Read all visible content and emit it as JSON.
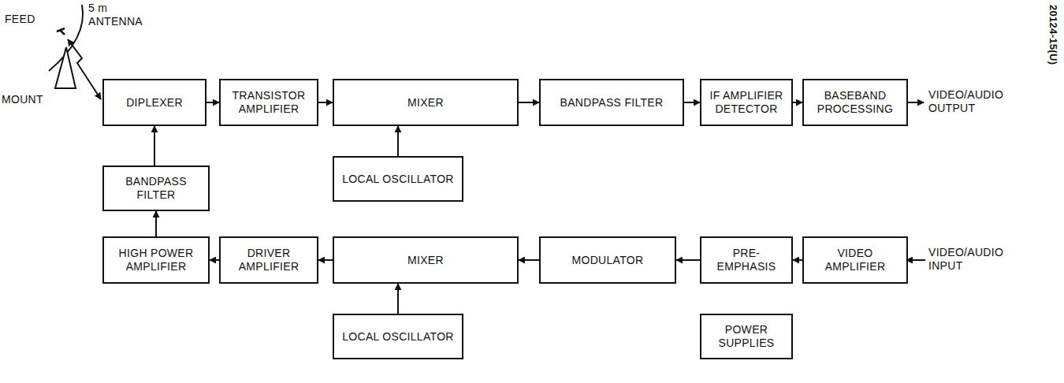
{
  "diagram": {
    "nodes": [
      {
        "text": [
          "DIPLEXER"
        ]
      },
      {
        "text": [
          "TRANSISTOR AMPLIFIER"
        ]
      },
      {
        "text": [
          "MIXER"
        ]
      },
      {
        "text": [
          "BANDPASS FILTER"
        ]
      },
      {
        "text": [
          "IF AMPLIFIER DETECTOR"
        ]
      },
      {
        "text": [
          "BASEBAND PROCESSING"
        ]
      },
      {
        "text": [
          "BANDPASS FILTER"
        ]
      },
      {
        "text": [
          "LOCAL OSCILLATOR"
        ]
      },
      {
        "text": [
          "HIGH POWER AMPLIFIER"
        ]
      },
      {
        "text": [
          "DRIVER AMPLIFIER"
        ]
      },
      {
        "text": [
          "MIXER"
        ]
      },
      {
        "text": [
          "MODULATOR"
        ]
      },
      {
        "text": [
          "PRE-EMPHASIS"
        ]
      },
      {
        "text": [
          "VIDEO AMPLIFIER"
        ]
      },
      {
        "text": [
          "LOCAL OSCILLATOR"
        ]
      },
      {
        "text": [
          "POWER SUPPLIES"
        ]
      }
    ],
    "edges": [
      {
        "from": 0,
        "to": 1,
        "arrow": "to"
      },
      {
        "from": 1,
        "to": 2,
        "arrow": "to"
      },
      {
        "from": 2,
        "to": 3,
        "arrow": "to"
      },
      {
        "from": 3,
        "to": 4,
        "arrow": "to"
      },
      {
        "from": 4,
        "to": 5,
        "arrow": "to"
      },
      {
        "from": 7,
        "to": 2,
        "arrow": "to"
      },
      {
        "from": 6,
        "to": 0,
        "arrow": "to"
      },
      {
        "from": 8,
        "to": 6,
        "arrow": "to"
      },
      {
        "from": 9,
        "to": 8,
        "arrow": "to"
      },
      {
        "from": 10,
        "to": 9,
        "arrow": "to"
      },
      {
        "from": 11,
        "to": 10,
        "arrow": "to"
      },
      {
        "from": 12,
        "to": 11,
        "arrow": "to"
      },
      {
        "from": 13,
        "to": 12,
        "arrow": "to"
      },
      {
        "from": 14,
        "to": 10,
        "arrow": "to"
      }
    ],
    "labels": [
      "FEED",
      "5 m ANTENNA",
      "MOUNT",
      "VIDEO/AUDIO OUTPUT",
      "VIDEO/AUDIO INPUT",
      "20124-15(U)"
    ]
  }
}
